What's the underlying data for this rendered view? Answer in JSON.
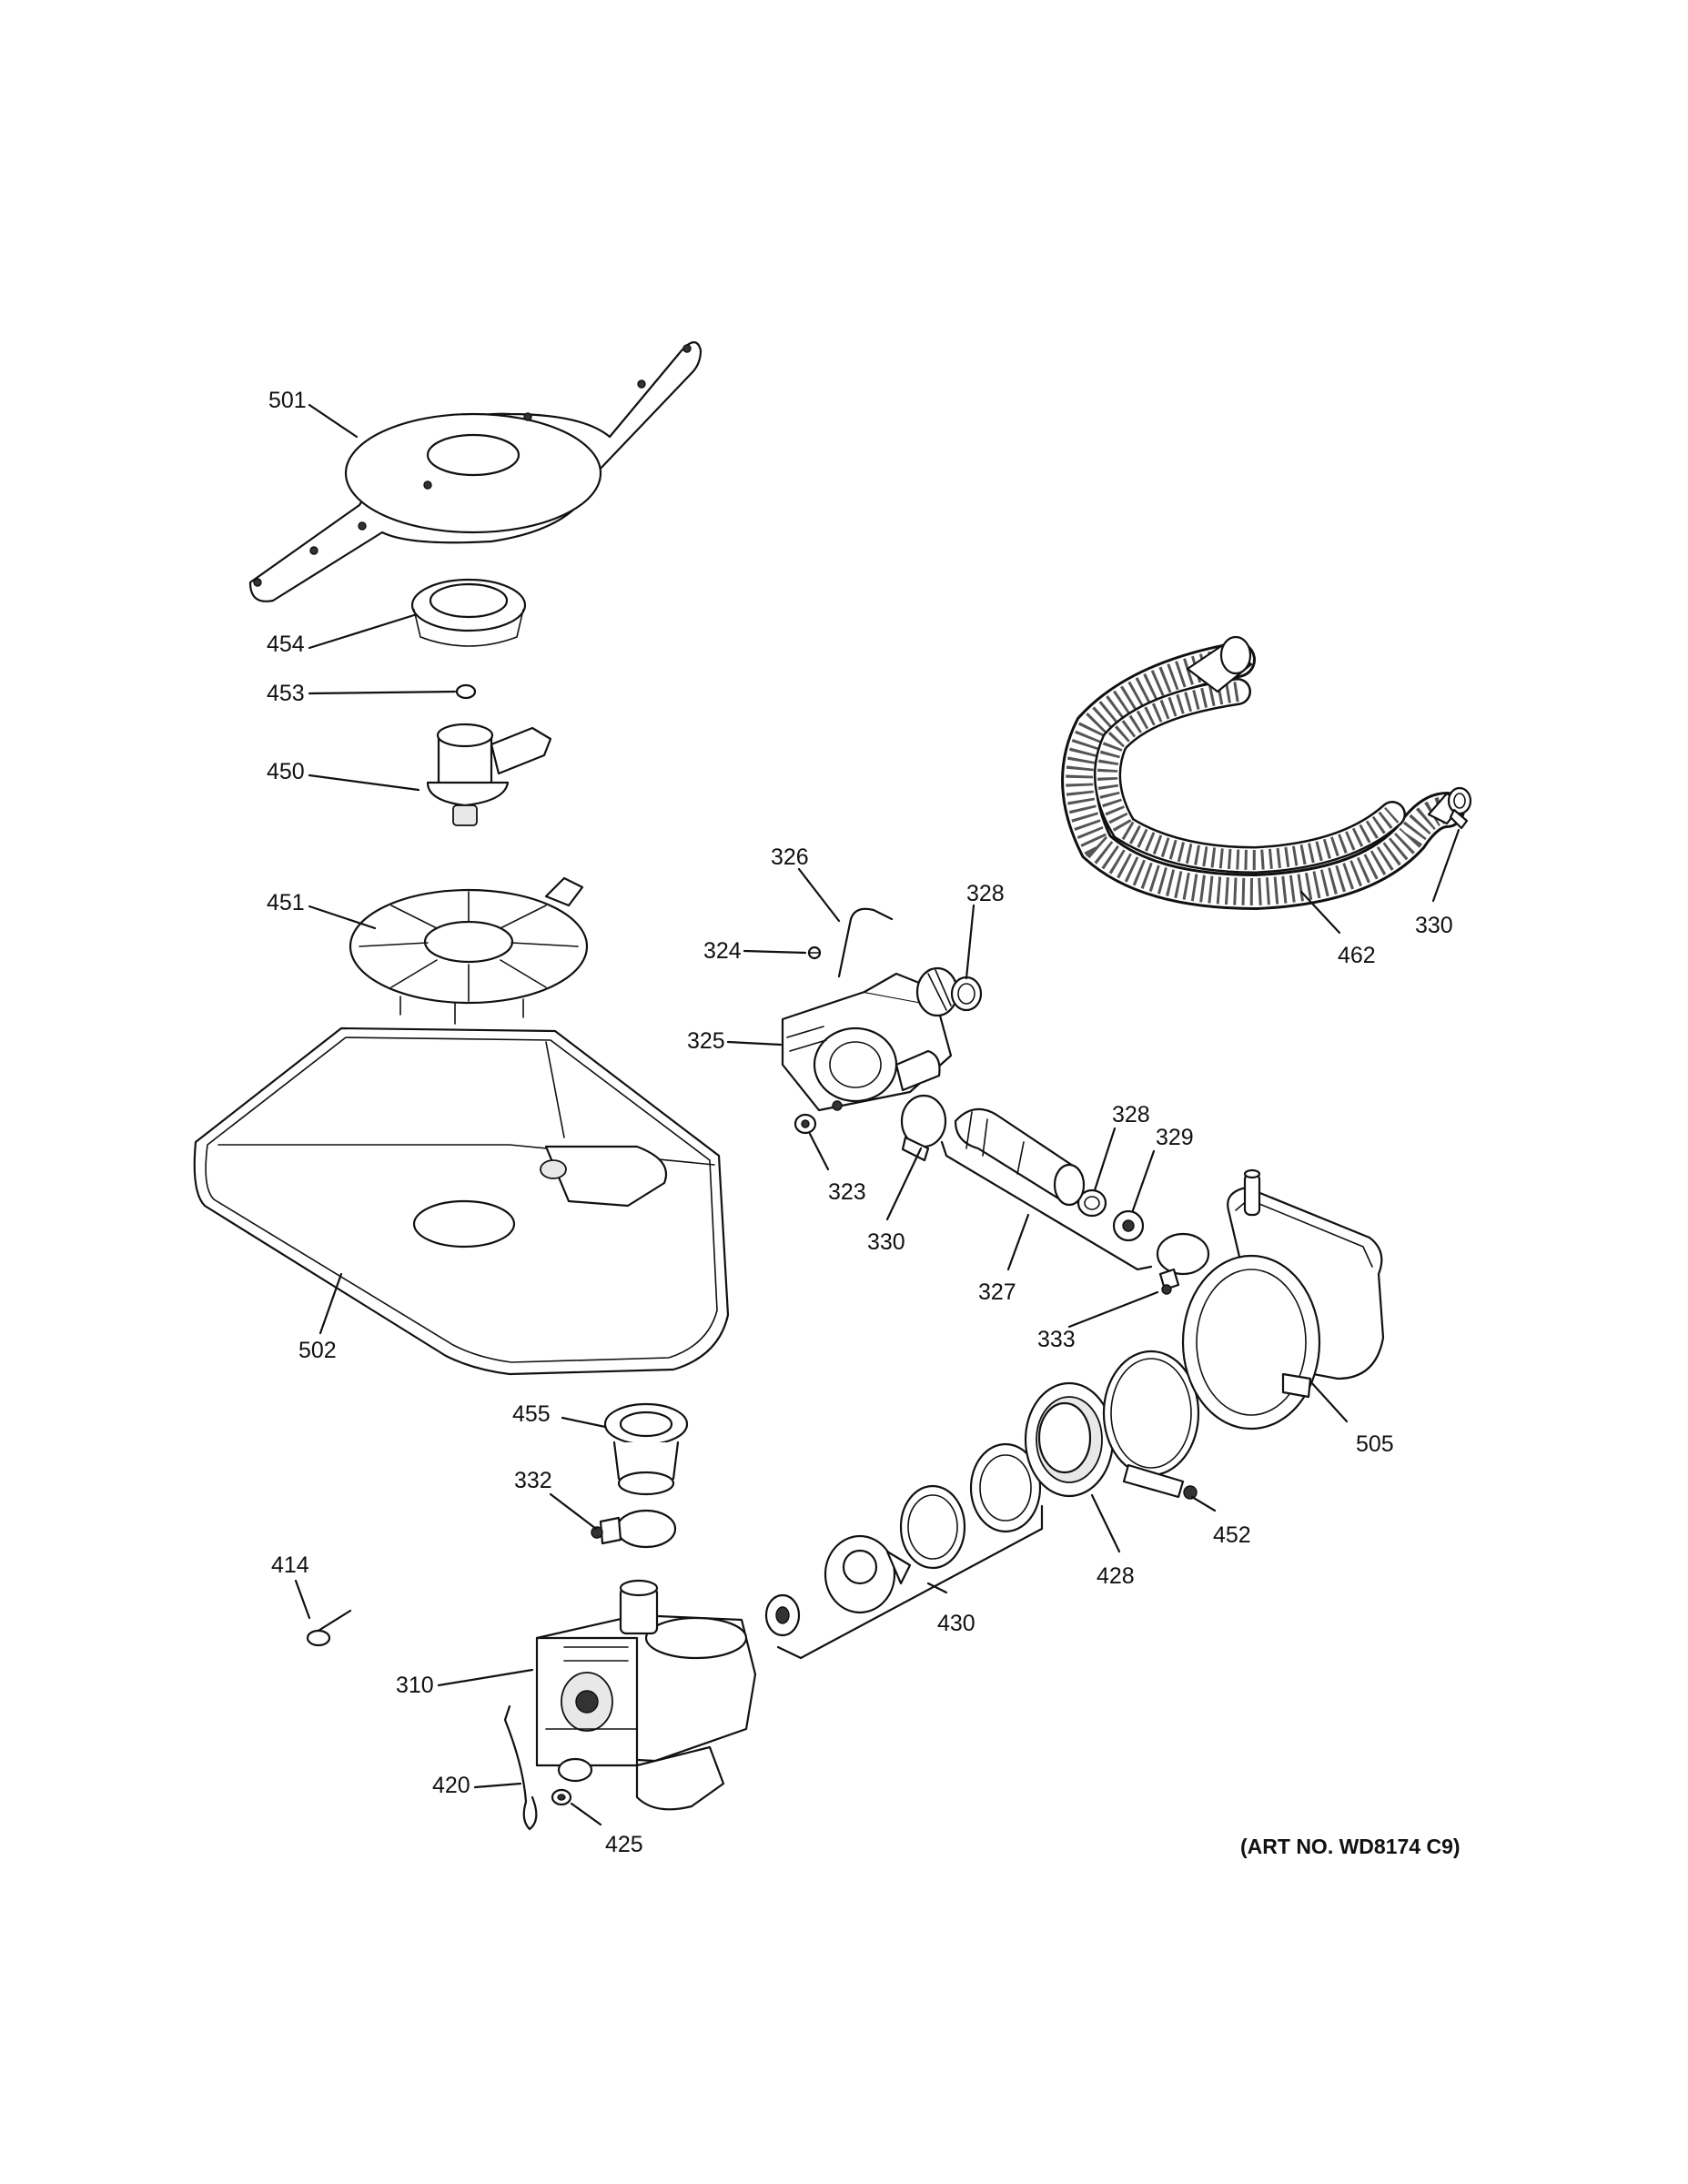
{
  "art_number": "(ART NO. WD8174 C9)",
  "callouts": {
    "c501": "501",
    "c454": "454",
    "c453": "453",
    "c450": "450",
    "c451": "451",
    "c502": "502",
    "c455": "455",
    "c332": "332",
    "c414": "414",
    "c310": "310",
    "c420": "420",
    "c425": "425",
    "c326": "326",
    "c324": "324",
    "c328a": "328",
    "c325": "325",
    "c323": "323",
    "c330a": "330",
    "c328b": "328",
    "c329": "329",
    "c327": "327",
    "c333": "333",
    "c505": "505",
    "c452": "452",
    "c428": "428",
    "c430": "430",
    "c462": "462",
    "c330b": "330"
  }
}
